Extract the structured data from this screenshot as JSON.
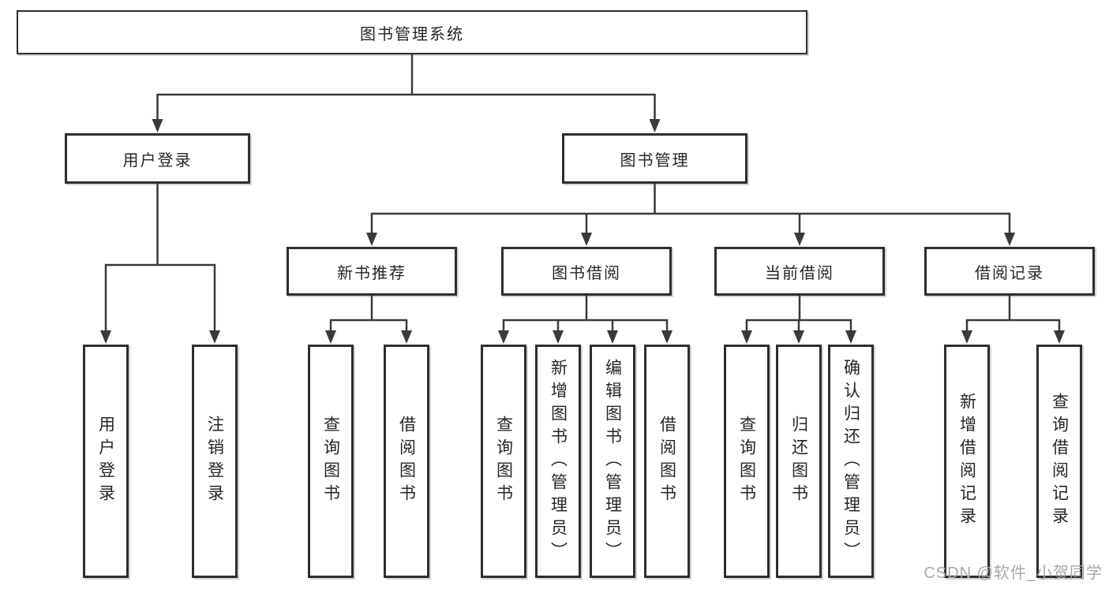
{
  "tree": {
    "label": "图书管理系统",
    "children": [
      {
        "label": "用户登录",
        "children": [
          {
            "label": "用户登录"
          },
          {
            "label": "注销登录"
          }
        ]
      },
      {
        "label": "图书管理",
        "children": [
          {
            "label": "新书推荐",
            "children": [
              {
                "label": "查询图书"
              },
              {
                "label": "借阅图书"
              }
            ]
          },
          {
            "label": "图书借阅",
            "children": [
              {
                "label": "查询图书"
              },
              {
                "label": "新增图书（管理员）"
              },
              {
                "label": "编辑图书（管理员）"
              },
              {
                "label": "借阅图书"
              }
            ]
          },
          {
            "label": "当前借阅",
            "children": [
              {
                "label": "查询图书"
              },
              {
                "label": "归还图书"
              },
              {
                "label": "确认归还（管理员）"
              }
            ]
          },
          {
            "label": "借阅记录",
            "children": [
              {
                "label": "新增借阅记录"
              },
              {
                "label": "查询借阅记录"
              }
            ]
          }
        ]
      }
    ]
  },
  "watermark": {
    "text": "CSDN @软件_小贺同学"
  },
  "colors": {
    "line": "#3a3a3a",
    "box_border": "#2e2e2e",
    "text": "#262626",
    "watermark": "#a8a8a8",
    "background": "#ffffff"
  }
}
